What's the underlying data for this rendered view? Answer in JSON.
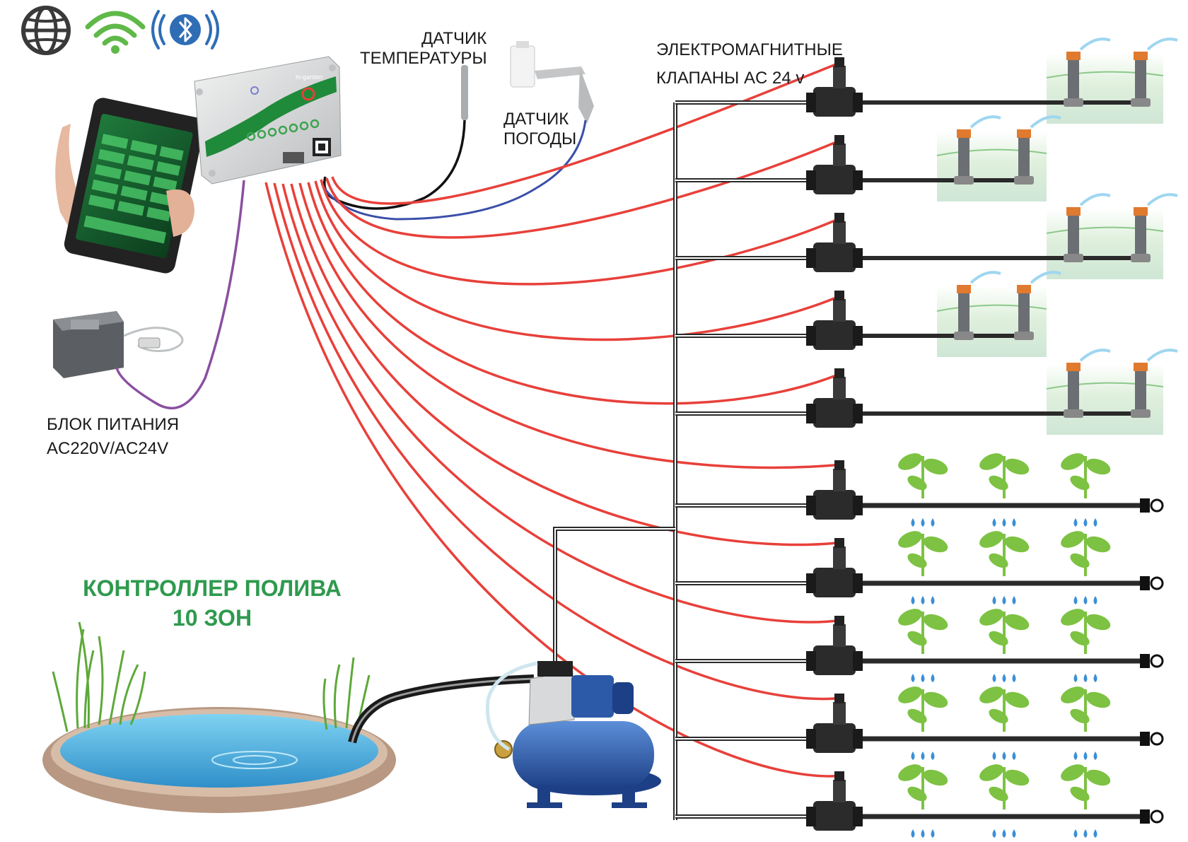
{
  "title": {
    "line1": "КОНТРОЛЛЕР ПОЛИВА",
    "line2": "10 ЗОН"
  },
  "labels": {
    "temp_sensor_1": "ДАТЧИК",
    "temp_sensor_2": "ТЕМПЕРАТУРЫ",
    "weather_sensor_1": "ДАТЧИК",
    "weather_sensor_2": "ПОГОДЫ",
    "valves_1": "ЭЛЕКТРОМАГНИТНЫЕ",
    "valves_2": "КЛАПАНЫ AC 24 v",
    "power_1": "БЛОК ПИТАНИЯ",
    "power_2": "AC220V/AC24V"
  },
  "controller": {
    "brand": "hi-garden"
  },
  "connectivity_icons": [
    "globe-icon",
    "wifi-icon",
    "bluetooth-icon"
  ],
  "zones": {
    "count": 10,
    "sprinkler_zones": 5,
    "drip_zones": 5
  },
  "colors": {
    "wire_red": "#e8403a",
    "wire_purple": "#8a4fa0",
    "wire_blue": "#3a4fa8",
    "wire_black": "#111111",
    "pipe": "#2a2a2a",
    "title_green": "#2e9a4e",
    "plant_green": "#7dc242",
    "drop_blue": "#3b8fd6",
    "pond_water": "#4fb3e0",
    "pump_blue": "#2c5aa8"
  }
}
